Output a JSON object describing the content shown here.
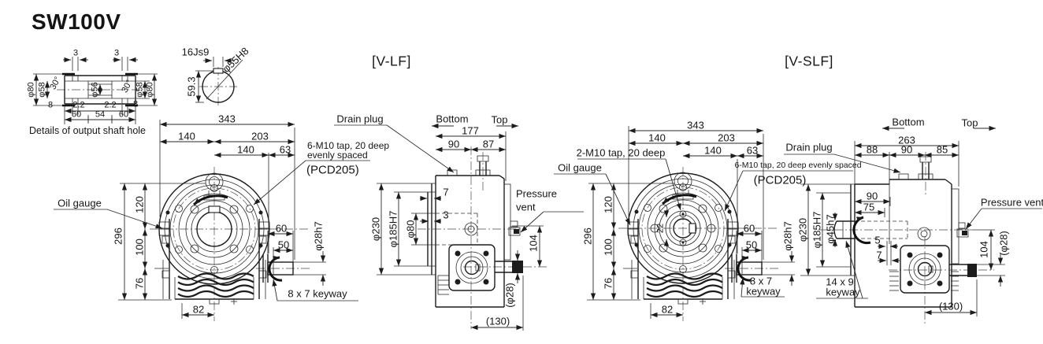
{
  "title": "SW100V",
  "detail_a": {
    "caption": "Details of output shaft hole",
    "t3l": "3",
    "t3r": "3",
    "d80l": "φ80",
    "d58l": "φ58",
    "a30l": "30°",
    "d56": "φ56",
    "a30r": "30°",
    "d58r": "φ58",
    "d80r": "φ80",
    "c8l": "8",
    "g22l": "2.2",
    "g22r": "2.2",
    "c8r": "8",
    "b60l": "60",
    "b54": "54",
    "b60r": "60"
  },
  "detail_b": {
    "keyway": "16Js9",
    "bore": "φ55H8",
    "height": "59.3"
  },
  "vlf": {
    "label": "[V-LF]",
    "front": {
      "w343": "343",
      "w140a": "140",
      "w203": "203",
      "w140b": "140",
      "w63": "63",
      "h296": "296",
      "h120": "120",
      "h100": "100",
      "h76": "76",
      "w82": "82",
      "l60": "60",
      "l50": "50",
      "shaft": "φ28h7",
      "keyway": "8 x 7 keyway",
      "oil_gauge": "Oil gauge",
      "tap_note1": "6-M10 tap, 20 deep",
      "tap_note2": "evenly spaced",
      "pcd": "(PCD205)"
    },
    "side": {
      "drain": "Drain plug",
      "bottom": "Bottom",
      "top": "Top",
      "w177": "177",
      "w90": "90",
      "w87": "87",
      "d230": "φ230",
      "d185": "φ185H7",
      "d80": "φ80",
      "s7": "7",
      "s3": "3",
      "vent1": "Pressure",
      "vent2": "vent",
      "h104": "104",
      "d28": "(φ28)",
      "w130": "(130)"
    }
  },
  "vslf": {
    "label": "[V-SLF]",
    "front": {
      "w343": "343",
      "w140a": "140",
      "w203": "203",
      "w140b": "140",
      "w63": "63",
      "h296": "296",
      "h120": "120",
      "h100": "100",
      "h76": "76",
      "w82": "82",
      "l60": "60",
      "l50": "50",
      "shaft": "φ28h7",
      "key1": "8 x 7",
      "key2": "keyway",
      "k22": "22",
      "oil_gauge": "Oil gauge",
      "tap2_note": "2-M10 tap, 20 deep",
      "tap6_note": "6-M10 tap, 20 deep evenly spaced",
      "pcd": "(PCD205)",
      "drain": "Drain plug"
    },
    "side": {
      "bottom": "Bottom",
      "top": "Top",
      "w263": "263",
      "w88": "88",
      "w90": "90",
      "w85": "85",
      "d230": "φ230",
      "d185": "φ185H7",
      "d45": "φ45h7",
      "s90": "90",
      "s75": "75",
      "s5": "5",
      "s7": "7",
      "key1": "14 x 9",
      "key2": "keyway",
      "vent": "Pressure vent",
      "h104": "104",
      "d28": "(φ28)",
      "w130": "(130)"
    }
  }
}
